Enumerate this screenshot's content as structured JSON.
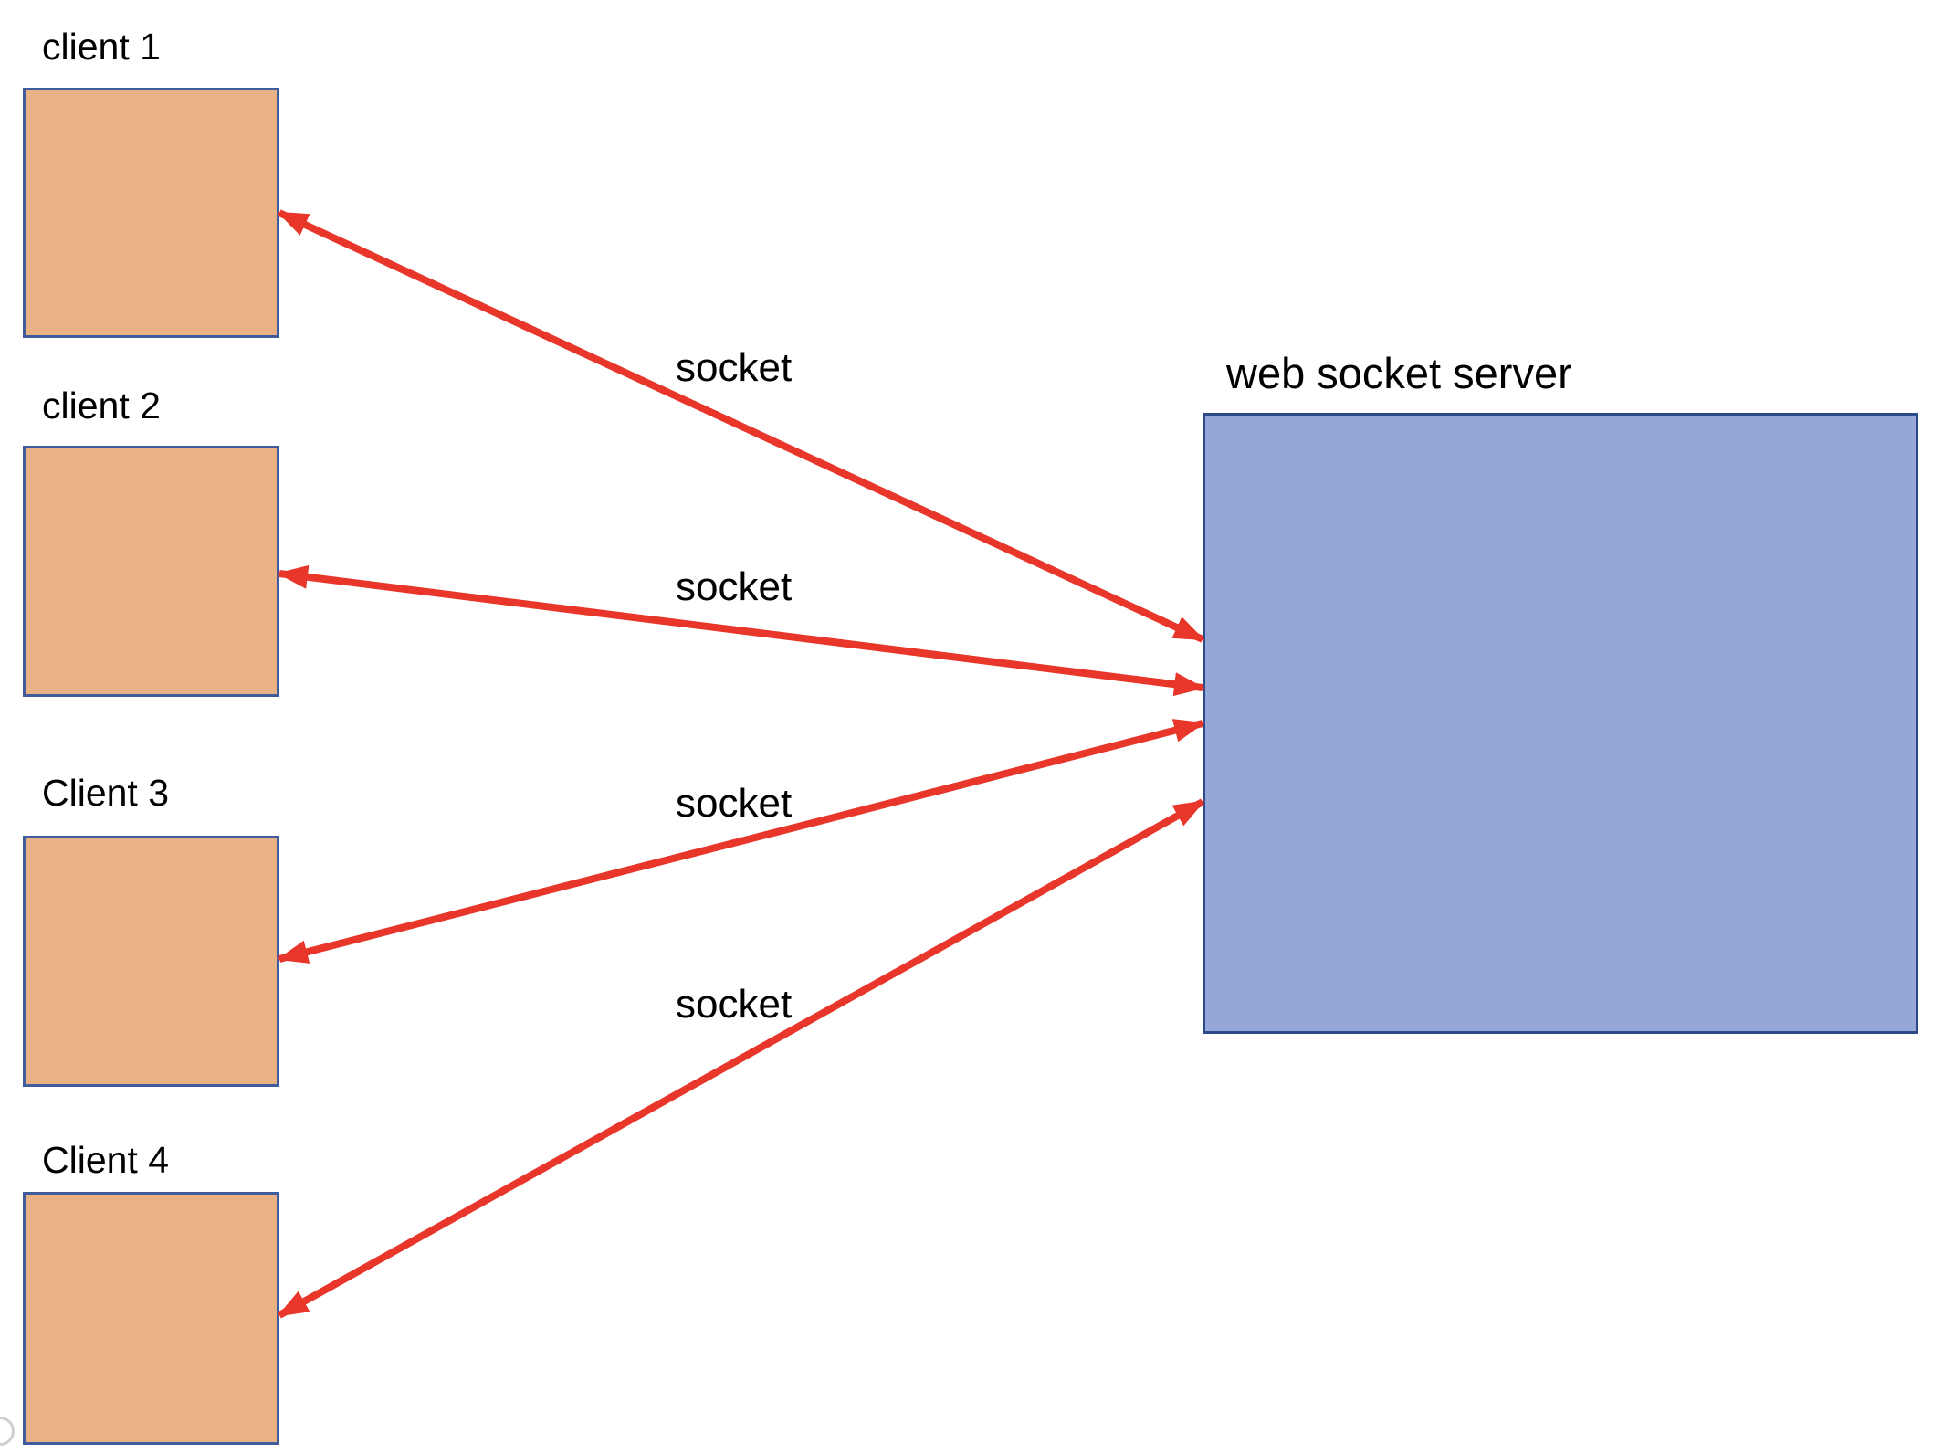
{
  "diagram": {
    "clients": [
      {
        "label": "client 1"
      },
      {
        "label": "client 2"
      },
      {
        "label": "Client 3"
      },
      {
        "label": "Client 4"
      }
    ],
    "server": {
      "label": "web socket server"
    },
    "connections": [
      {
        "from": "client 1",
        "to": "web socket server",
        "label": "socket",
        "bidirectional": true
      },
      {
        "from": "client 2",
        "to": "web socket server",
        "label": "socket",
        "bidirectional": true
      },
      {
        "from": "Client 3",
        "to": "web socket server",
        "label": "socket",
        "bidirectional": true
      },
      {
        "from": "Client 4",
        "to": "web socket server",
        "label": "socket",
        "bidirectional": true
      }
    ],
    "colors": {
      "client_fill": "#eab184",
      "client_border": "#3f5d9e",
      "server_fill": "#94a7d7",
      "server_border": "#2d4a88",
      "arrow": "#e8362a",
      "label_text": "#000000",
      "page_bg": "#ffffff"
    }
  }
}
